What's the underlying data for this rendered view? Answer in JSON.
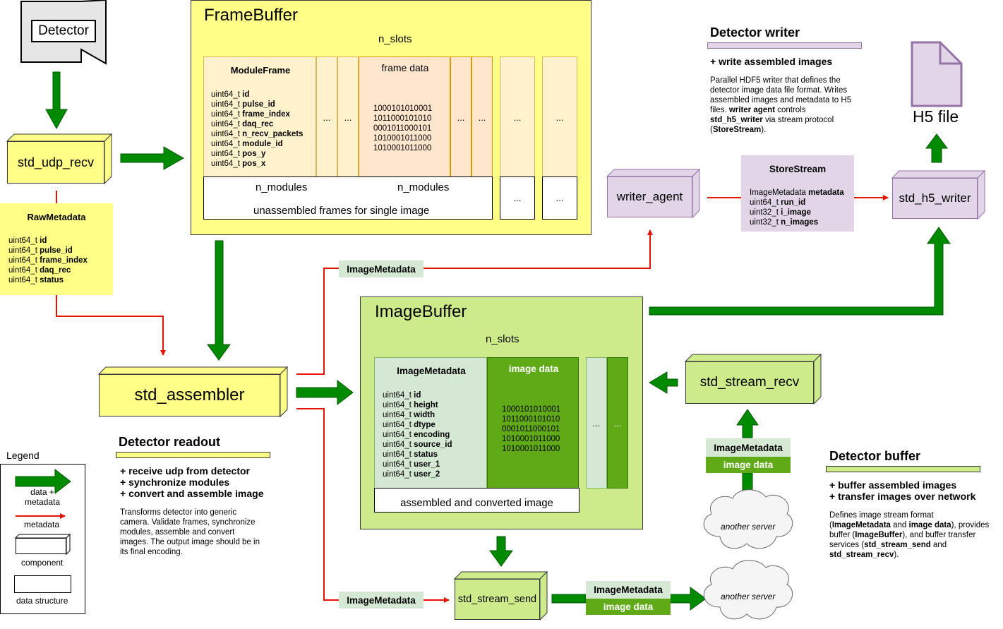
{
  "detector": {
    "label": "Detector"
  },
  "std_udp_recv": {
    "label": "std_udp_recv"
  },
  "raw_metadata": {
    "title": "RawMetadata",
    "fields": [
      {
        "type": "uint64_t",
        "name": "id"
      },
      {
        "type": "uint64_t",
        "name": "pulse_id"
      },
      {
        "type": "uint64_t",
        "name": "frame_index"
      },
      {
        "type": "uint64_t",
        "name": "daq_rec"
      },
      {
        "type": "uint64_t",
        "name": "status"
      }
    ]
  },
  "framebuffer": {
    "title": "FrameBuffer",
    "n_slots": "n_slots",
    "module_frame": {
      "title": "ModuleFrame",
      "fields": [
        {
          "type": "uint64_t",
          "name": "id"
        },
        {
          "type": "uint64_t",
          "name": "pulse_id"
        },
        {
          "type": "uint64_t",
          "name": "frame_index"
        },
        {
          "type": "uint64_t",
          "name": "daq_rec"
        },
        {
          "type": "uint64_t",
          "name": "n_recv_packets"
        },
        {
          "type": "uint64_t",
          "name": "module_id"
        },
        {
          "type": "uint64_t",
          "name": "pos_y"
        },
        {
          "type": "uint64_t",
          "name": "pos_x"
        }
      ]
    },
    "frame_data": {
      "title": "frame data",
      "bits": [
        "1000101010001",
        "1011000101010",
        "0001011000101",
        "1010001011000",
        "1010001011000"
      ]
    },
    "ellipsis": "...",
    "n_modules_1": "n_modules",
    "n_modules_2": "n_modules",
    "unassembled": "unassembled frames for single image"
  },
  "std_assembler": {
    "label": "std_assembler"
  },
  "detector_readout": {
    "title": "Detector readout",
    "bullets": [
      "+ receive udp from detector",
      "+ synchronize modules",
      "+ convert and assemble image"
    ],
    "description": "Transforms detector into generic\ncamera. Validate frames, synchronize\nmodules, assemble and convert\nimages. The output image should be in\nits final encoding."
  },
  "legend": {
    "title": "Legend",
    "data_metadata": "data +\nmetadata",
    "metadata": "metadata",
    "component": "component",
    "data_structure": "data structure"
  },
  "image_metadata_tag": "ImageMetadata",
  "imagebuffer": {
    "title": "ImageBuffer",
    "n_slots": "n_slots",
    "image_metadata": {
      "title": "ImageMetadata",
      "fields": [
        {
          "type": "uint64_t",
          "name": "id"
        },
        {
          "type": "uint64_t",
          "name": "height"
        },
        {
          "type": "uint64_t",
          "name": "width"
        },
        {
          "type": "uint64_t",
          "name": "dtype"
        },
        {
          "type": "uint64_t",
          "name": "encoding"
        },
        {
          "type": "uint64_t",
          "name": "source_id"
        },
        {
          "type": "uint64_t",
          "name": "status"
        },
        {
          "type": "uint64_t",
          "name": "user_1"
        },
        {
          "type": "uint64_t",
          "name": "user_2"
        }
      ]
    },
    "image_data": {
      "title": "image data",
      "bits": [
        "1000101010001",
        "1011000101010",
        "0001011000101",
        "1010001011000",
        "1010001011000"
      ]
    },
    "ellipsis": "...",
    "assembled": "assembled and converted image"
  },
  "std_stream_recv": {
    "label": "std_stream_recv"
  },
  "std_stream_send": {
    "label": "std_stream_send"
  },
  "stream_tag": {
    "meta": "ImageMetadata",
    "data": "image data"
  },
  "another_server": "another server",
  "detector_buffer": {
    "title": "Detector buffer",
    "bullets": [
      "+ buffer assembled images",
      "+ transfer images over network"
    ]
  },
  "writer_agent": {
    "label": "writer_agent"
  },
  "store_stream": {
    "title": "StoreStream",
    "fields": [
      {
        "type": "ImageMetadata",
        "name": "metadata"
      },
      {
        "type": "uint64_t",
        "name": "run_id"
      },
      {
        "type": "uint32_t",
        "name": "i_image"
      },
      {
        "type": "uint32_t",
        "name": "n_images"
      }
    ]
  },
  "std_h5_writer": {
    "label": "std_h5_writer"
  },
  "h5_file": {
    "label": "H5 file"
  },
  "detector_writer": {
    "title": "Detector writer",
    "bullet": "+ write assembled images"
  },
  "colors": {
    "data_arrow": "#008a00",
    "metadata_arrow": "#e51400",
    "yellow": "#ffff88",
    "light_green": "#cdeb8b",
    "dark_green": "#60a917",
    "purple": "#e1d5e7"
  }
}
